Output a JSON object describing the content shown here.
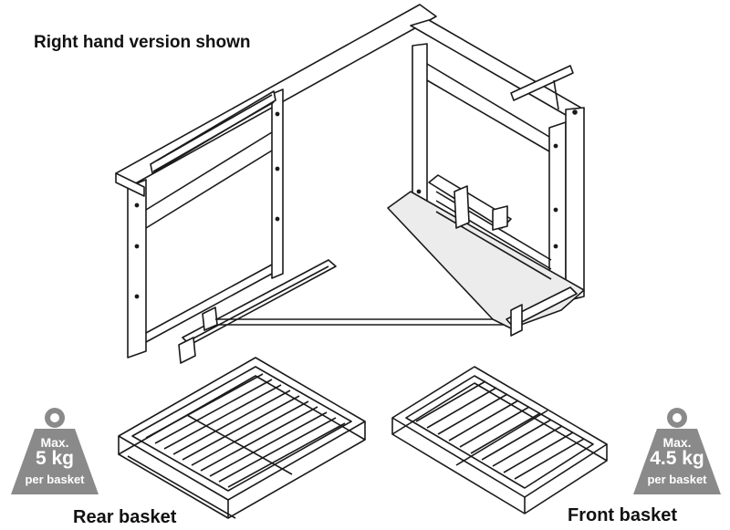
{
  "title": "Right hand version shown",
  "rear_basket": {
    "caption": "Rear basket",
    "weight_line1": "Max.",
    "weight_value": "5 kg",
    "weight_line3": "per basket"
  },
  "front_basket": {
    "caption": "Front basket",
    "weight_line1": "Max.",
    "weight_value": "4.5 kg",
    "weight_line3": "per basket"
  },
  "colors": {
    "line": "#1a1a1a",
    "weight_fill": "#8a8a8a",
    "plate": "#ececec"
  },
  "icons": [
    "weight-icon",
    "weight-icon"
  ]
}
